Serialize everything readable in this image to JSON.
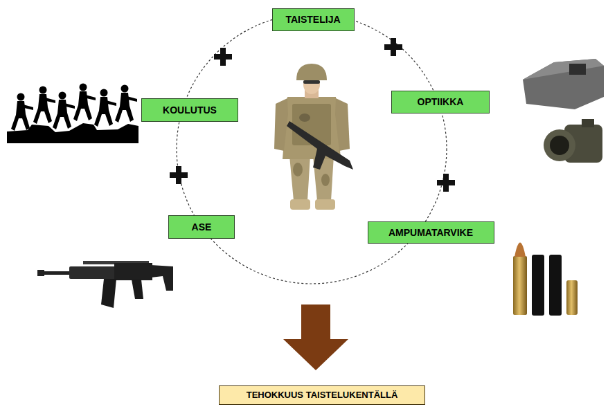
{
  "diagram": {
    "nodes": [
      {
        "text": [
          "TAISTELIJA"
        ]
      },
      {
        "text": [
          "KOULUTUS"
        ]
      },
      {
        "text": [
          "OPTIIKKA"
        ]
      },
      {
        "text": [
          "ASE"
        ]
      },
      {
        "text": [
          "AMPUMATARVIKE"
        ]
      },
      {
        "text": [
          "TEHOKKUUS TAISTELUKENTÄLLÄ"
        ]
      }
    ]
  }
}
